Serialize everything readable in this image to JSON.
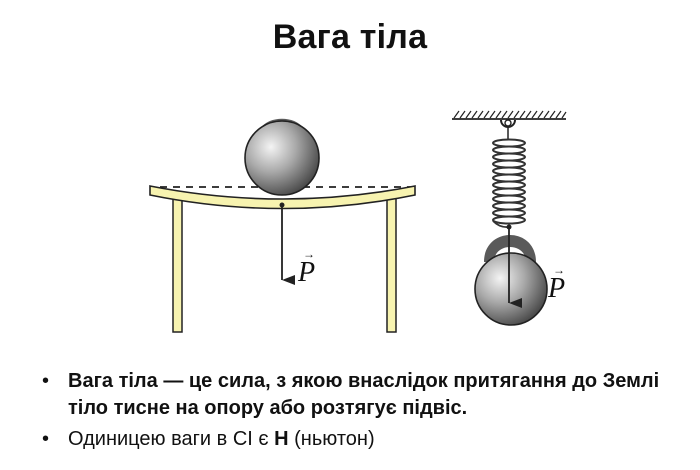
{
  "slide": {
    "title": "Вага тіла",
    "figures": {
      "table_diagram": {
        "force_label": "P",
        "vector_mark": "→"
      },
      "spring_diagram": {
        "force_label": "P",
        "vector_mark": "→"
      }
    },
    "bullets": [
      {
        "marker": "•",
        "term": "Вага тіла",
        "text": " — це сила, з якою внаслідок притягання до Землі тіло тисне на опору або розтягує підвіс."
      },
      {
        "marker": "•",
        "prefix": "Одиницею ваги в СІ є ",
        "unit": "Н",
        "suffix": " (ньютон)"
      }
    ],
    "colors": {
      "board_fill": "#f7f3b0",
      "outline": "#222222",
      "ball_dark": "#3a3a3a",
      "ball_light": "#e8e8e8",
      "handle": "#5a5a5a"
    }
  }
}
